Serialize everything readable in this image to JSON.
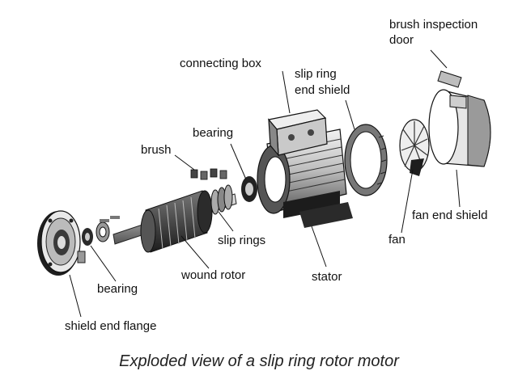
{
  "labels": {
    "brush_inspection_door_line1": "brush inspection",
    "brush_inspection_door_line2": "door",
    "connecting_box": "connecting box",
    "slip_ring_end_shield_line1": "slip ring",
    "slip_ring_end_shield_line2": "end shield",
    "bearing_top": "bearing",
    "brush": "brush",
    "fan_end_shield": "fan end shield",
    "slip_rings": "slip rings",
    "fan": "fan",
    "wound_rotor": "wound rotor",
    "stator": "stator",
    "bearing_bottom": "bearing",
    "shield_end_flange": "shield end flange"
  },
  "caption": "Exploded view of a slip ring rotor motor",
  "colors": {
    "ink": "#111111",
    "dark_part": "#2a2a2a",
    "mid_part": "#8a8a8a",
    "light_part": "#d9d9d9"
  }
}
